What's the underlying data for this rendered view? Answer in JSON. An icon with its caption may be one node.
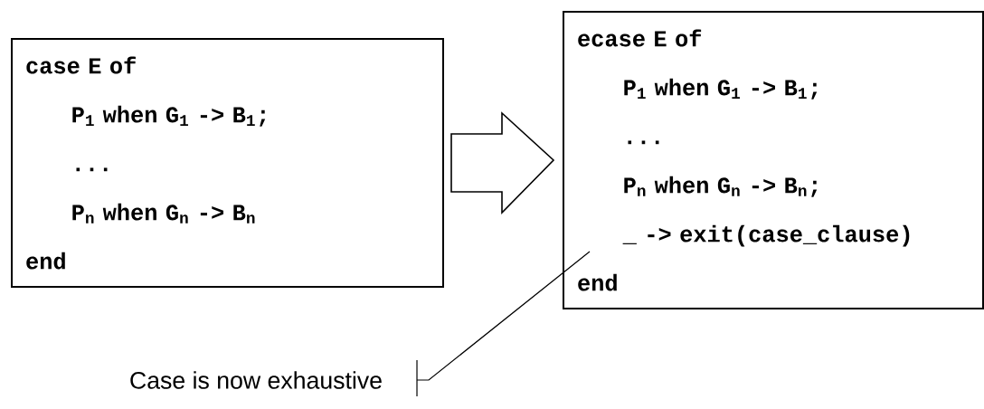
{
  "diagram": {
    "nodes": [
      {
        "text": [
          "case E of",
          "P$_{1}$ when G$_{1}$ -> B$_{1}$;",
          "...",
          "P$_{n}$ when G$_{n}$ -> B$_{n}$",
          "end"
        ]
      },
      {
        "text": [
          "ecase E of",
          "P$_{1}$ when G$_{1}$ -> B$_{1}$;",
          "...",
          "P$_{n}$ when G$_{n}$ -> B$_{n}$;",
          "_ -> exit(case_clause)",
          "end"
        ]
      },
      {
        "text": [
          "Case is now exhaustive"
        ]
      }
    ],
    "edges": [
      {
        "from": 0,
        "to": 1,
        "arrow": "to"
      },
      {
        "from": 2,
        "to": 1,
        "arrow": "none"
      }
    ]
  }
}
